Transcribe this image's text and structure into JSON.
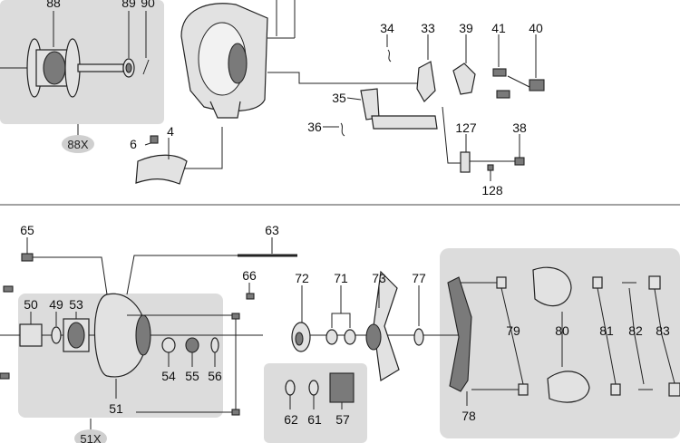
{
  "diagram": {
    "part_labels": {
      "p88": "88",
      "p89": "89",
      "p90": "90",
      "p34": "34",
      "p33": "33",
      "p39": "39",
      "p41": "41",
      "p40": "40",
      "p35": "35",
      "p36": "36",
      "p6": "6",
      "p4": "4",
      "p127": "127",
      "p38": "38",
      "p128": "128",
      "p65": "65",
      "p63": "63",
      "p66": "66",
      "p72": "72",
      "p71": "71",
      "p73": "73",
      "p77": "77",
      "p50": "50",
      "p49": "49",
      "p53": "53",
      "p54": "54",
      "p55": "55",
      "p56": "56",
      "p51": "51",
      "p79": "79",
      "p80": "80",
      "p81": "81",
      "p82": "82",
      "p83": "83",
      "p78": "78",
      "p62": "62",
      "p61": "61",
      "p57": "57"
    },
    "group_labels": {
      "g88x": "88X",
      "g51x": "51X"
    },
    "colors": {
      "panel": "#dcdcdc",
      "line": "#222222",
      "part": "#e2e2e2",
      "badge": "#cfcfcf"
    }
  }
}
